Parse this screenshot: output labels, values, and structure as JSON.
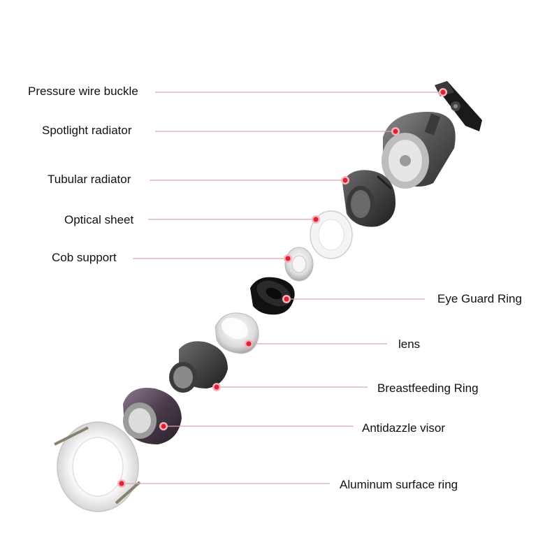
{
  "labels": [
    {
      "id": "pressure-wire-buckle",
      "text": "Pressure wire buckle"
    },
    {
      "id": "spotlight-radiator",
      "text": "Spotlight radiator"
    },
    {
      "id": "tubular-radiator",
      "text": "Tubular radiator"
    },
    {
      "id": "optical-sheet",
      "text": "Optical sheet"
    },
    {
      "id": "cob-support",
      "text": "Cob support"
    },
    {
      "id": "eye-guard-ring",
      "text": "Eye Guard Ring"
    },
    {
      "id": "lens",
      "text": "lens"
    },
    {
      "id": "breastfeeding-ring",
      "text": "Breastfeeding Ring"
    },
    {
      "id": "antidazzle-visor",
      "text": "Antidazzle visor"
    },
    {
      "id": "aluminum-surface-ring",
      "text": "Aluminum surface ring"
    }
  ],
  "colors": {
    "leader_line": "#d9a6ad",
    "marker_dot": "#e0202f",
    "metal_dark": "#2b2b2b",
    "metal_gray": "#5a5a5a",
    "visor_purple": "#5b4a5c",
    "ring_white": "#f2f2f2"
  }
}
